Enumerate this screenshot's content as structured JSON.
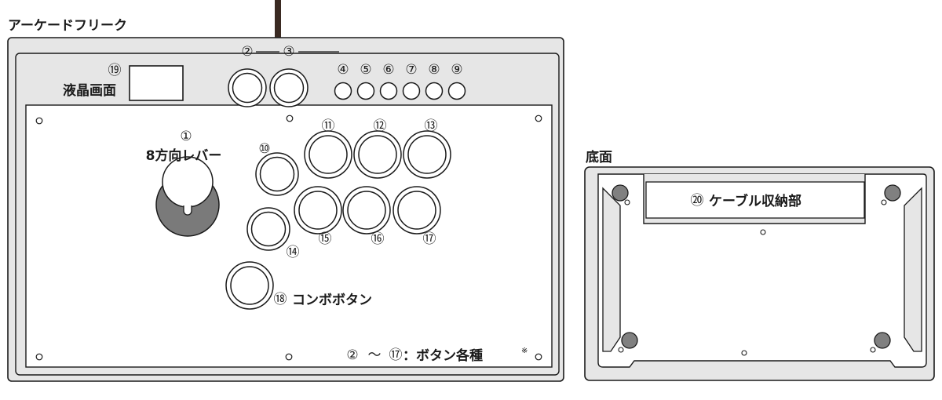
{
  "front": {
    "title": "アーケードフリーク"
  },
  "bottom": {
    "title": "底面"
  },
  "labels": {
    "lcd_num": "⑲",
    "lcd": "液晶画面",
    "lever_num": "①",
    "lever": "8方向レバー",
    "combo_num": "⑱",
    "combo": "コンボボタン",
    "buttons_note_start": "②",
    "buttons_note_tilde": "～",
    "buttons_note_end": "⑰",
    "buttons_note_text": "：ボタン各種",
    "buttons_note_mark": "※",
    "cable_num": "⑳",
    "cable": "ケーブル収納部"
  },
  "button_numbers": {
    "b2": "②",
    "b3": "③",
    "b4": "④",
    "b5": "⑤",
    "b6": "⑥",
    "b7": "⑦",
    "b8": "⑧",
    "b9": "⑨",
    "b10": "⑩",
    "b11": "⑪",
    "b12": "⑫",
    "b13": "⑬",
    "b14": "⑭",
    "b15": "⑮",
    "b16": "⑯",
    "b17": "⑰"
  },
  "colors": {
    "panel_fill": "#e6e6e6",
    "stroke": "#1a1a1a",
    "lever_base": "#7a7a7a",
    "foot": "#808080",
    "cable": "#3a2a22"
  }
}
